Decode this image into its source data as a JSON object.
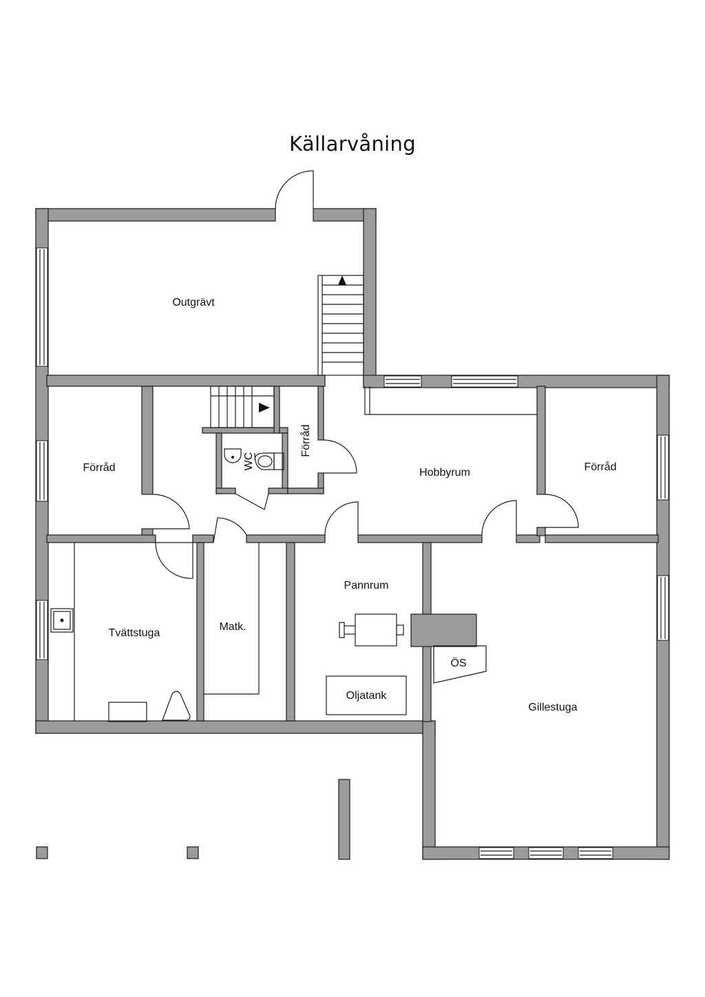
{
  "plan": {
    "title": "Källarvåning",
    "rooms": {
      "outgravt": "Outgrävt",
      "forrad_left": "Förråd",
      "forrad_small": "Förråd",
      "wc": "WC",
      "hobbyrum": "Hobbyrum",
      "forrad_right": "Förråd",
      "tvattstuga": "Tvättstuga",
      "matk": "Matk.",
      "pannrum": "Pannrum",
      "oljatank": "Oljatank",
      "os": "ÖS",
      "gillestuga": "Gillestuga"
    },
    "colors": {
      "wall": "#9b9b9b",
      "line": "#1a1a1a",
      "background": "#ffffff"
    }
  }
}
